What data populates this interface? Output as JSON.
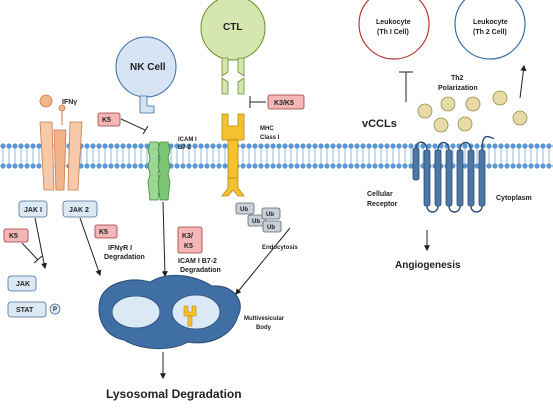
{
  "cells": {
    "nk": "NK Cell",
    "ctl": "CTL",
    "leukocyte_th1_line1": "Leukocyte",
    "leukocyte_th1_line2": "(Th I Cell)",
    "leukocyte_th2_line1": "Leukocyte",
    "leukocyte_th2_line2": "(Th 2 Cell)"
  },
  "labels": {
    "ifn": "IFNγ",
    "jak1": "JAK I",
    "jak2": "JAK 2",
    "jak": "JAK",
    "stat": "STAT",
    "phospho": "P",
    "k5_left": "K5",
    "k5_mid": "K5",
    "k5_nk": "K5",
    "k3k5_ctl": "K3/K5",
    "k3k5_box_line1": "K3/",
    "k3k5_box_line2": "K5",
    "icam_line1": "ICAM I",
    "icam_line2": "B7-2",
    "mhc_line1": "MHC",
    "mhc_line2": "Class I",
    "ifngr_deg_line1": "IFNγR I",
    "ifngr_deg_line2": "Degradation",
    "icam_deg_line1": "ICAM I B7-2",
    "icam_deg_line2": "Degradation",
    "endocytosis": "Endocytosis",
    "ub": "Ub",
    "mvb_line1": "Multivesicular",
    "mvb_line2": "Body",
    "lysosomal": "Lysosomal Degradation",
    "vccls": "vCCLs",
    "th2_line1": "Th2",
    "th2_line2": "Polarization",
    "receptor_line1": "Cellular",
    "receptor_line2": "Receptor",
    "cytoplasm": "Cytoplasm",
    "angiogenesis": "Angiogenesis"
  },
  "colors": {
    "k_box_fill": "#f4b6b6",
    "k_box_stroke": "#a03a3a",
    "jak_fill": "#dce9f5",
    "ifn_receptor": "#f3b48a",
    "nk_cell": "#d7e4f4",
    "ctl_cell": "#d6e6b0",
    "mhc": "#f6c12f",
    "icam": "#7cc576",
    "mvb": "#3f6fa4",
    "membrane_head": "#4f8fcf",
    "receptor_gpcr": "#4d78a6",
    "chemokine": "#e6dba6",
    "th1_cell": "#b73a3a",
    "th2_cell": "#3a6ea8"
  }
}
